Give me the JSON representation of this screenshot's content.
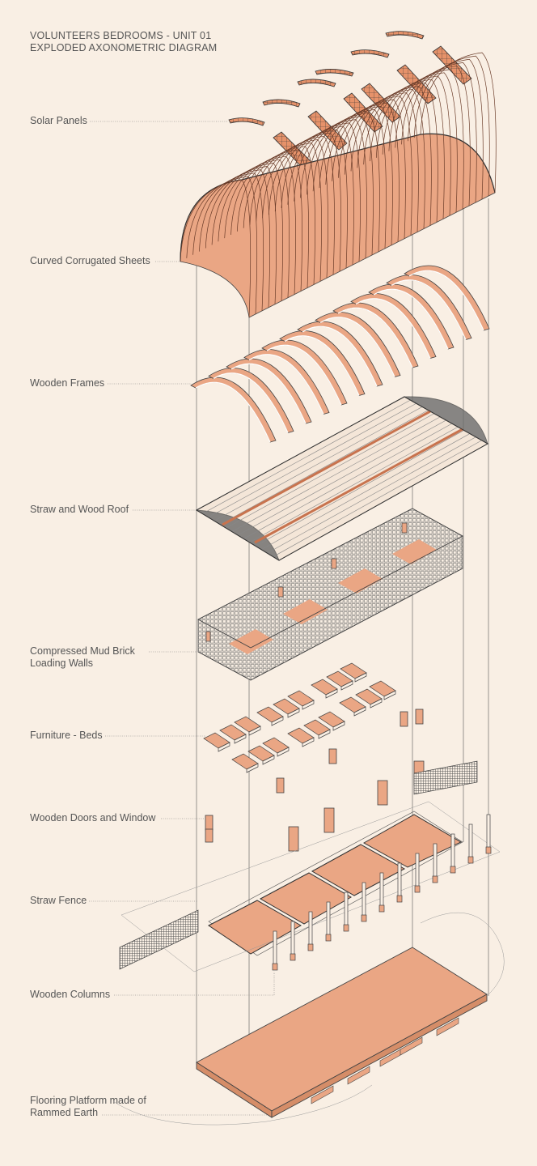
{
  "title": {
    "line1": "VOLUNTEERS BEDROOMS - UNIT 01",
    "line2": "EXPLODED AXONOMETRIC DIAGRAM"
  },
  "labels": {
    "solar_panels": "Solar Panels",
    "curved_sheets": "Curved Corrugated Sheets",
    "wooden_frames": "Wooden Frames",
    "straw_roof": "Straw and Wood Roof",
    "mud_walls_1": "Compressed Mud Brick",
    "mud_walls_2": "Loading Walls",
    "beds": "Furniture - Beds",
    "doors": "Wooden Doors and Window",
    "fence": "Straw Fence",
    "columns": "Wooden Columns",
    "platform_1": "Flooring Platform made of",
    "platform_2": "Rammed Earth"
  },
  "colors": {
    "background": "#f9efe4",
    "terracotta": "#eaa684",
    "terracotta_dark": "#c8734e",
    "line": "#444444",
    "text": "#555555"
  }
}
